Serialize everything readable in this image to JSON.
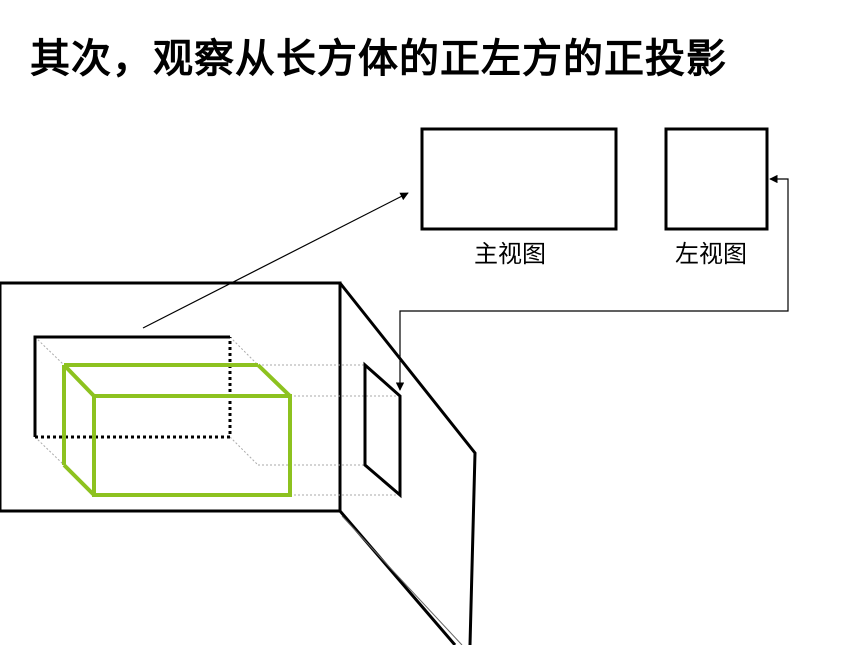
{
  "slide": {
    "title": "其次，观察从长方体的正左方的正投影"
  },
  "views": {
    "front_label": "主视图",
    "left_label": "左视图"
  },
  "colors": {
    "outline": "#000000",
    "box": "#8dc21f",
    "guide": "#aaaaaa",
    "background": "#ffffff"
  }
}
